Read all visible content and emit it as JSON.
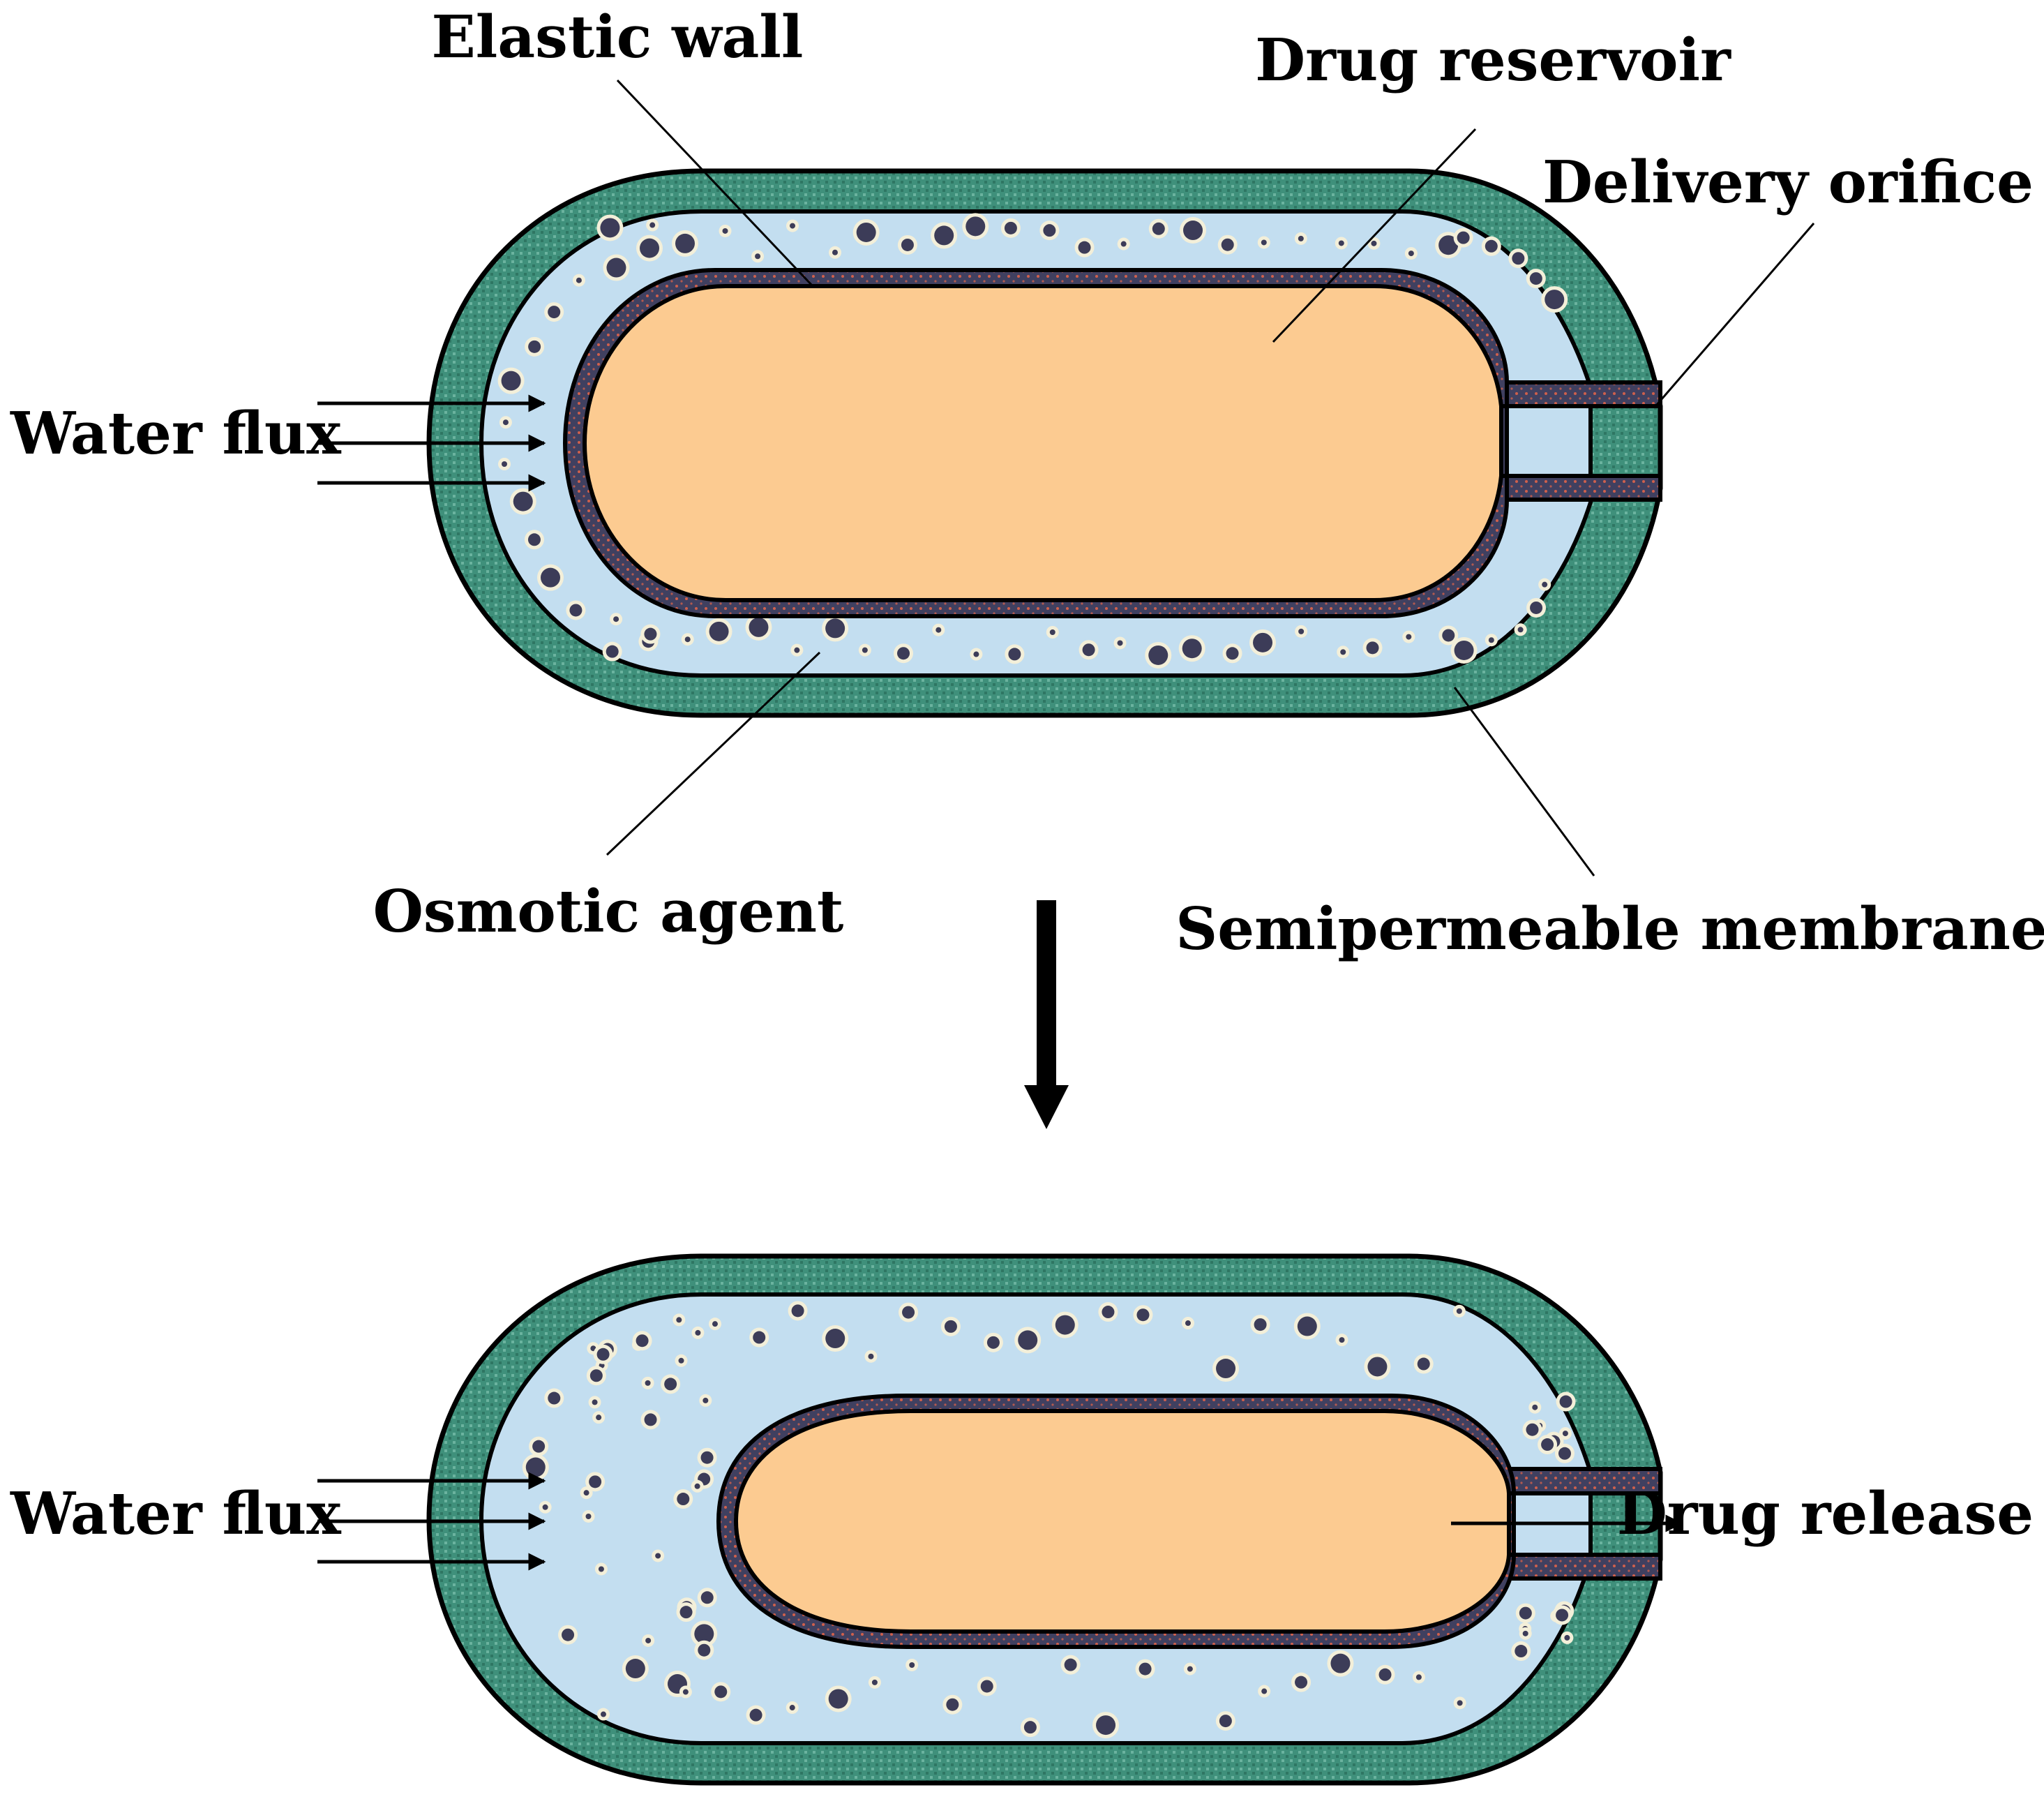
{
  "labels": {
    "elastic_wall": "Elastic wall",
    "drug_reservoir": "Drug reservoir",
    "delivery_orifice": "Delivery orifice",
    "water_flux_top": "Water flux",
    "osmotic_agent": "Osmotic agent",
    "semipermeable_membrane": "Semipermeable membrane",
    "water_flux_bottom": "Water flux",
    "drug_release": "Drug release"
  },
  "colors": {
    "membrane": "#3f907b",
    "osmotic_layer": "#c3def0",
    "elastic_wall": "#404060",
    "elastic_dots": "#d0604c",
    "drug": "#fccb91",
    "particle": "#3c3c58",
    "particle_ring": "#f3efd9",
    "outline": "#000000"
  },
  "icons": {
    "process_arrow": "down-arrow-icon",
    "flux_arrows": "right-arrow-icon"
  }
}
